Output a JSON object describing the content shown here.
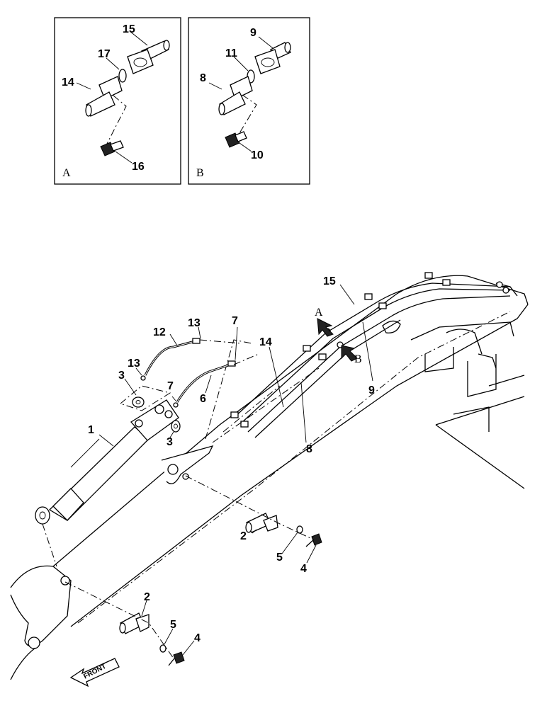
{
  "detail_boxes": {
    "a": {
      "letter": "A",
      "labels": {
        "flange_pipe": "15",
        "oring": "17",
        "pipe": "14",
        "bolt": "16"
      }
    },
    "b": {
      "letter": "B",
      "labels": {
        "flange_pipe": "9",
        "oring": "11",
        "pipe": "8",
        "bolt": "10"
      }
    }
  },
  "callouts": {
    "c1": "1",
    "c2a": "2",
    "c2b": "2",
    "c3a": "3",
    "c3b": "3",
    "c4a": "4",
    "c4b": "4",
    "c5a": "5",
    "c5b": "5",
    "c6": "6",
    "c7a": "7",
    "c7b": "7",
    "c8": "8",
    "c9": "9",
    "c12": "12",
    "c13a": "13",
    "c13b": "13",
    "c14": "14",
    "c15": "15"
  },
  "view_markers": {
    "a": "A",
    "b": "B"
  },
  "front_arrow": {
    "label": "FRONT"
  }
}
